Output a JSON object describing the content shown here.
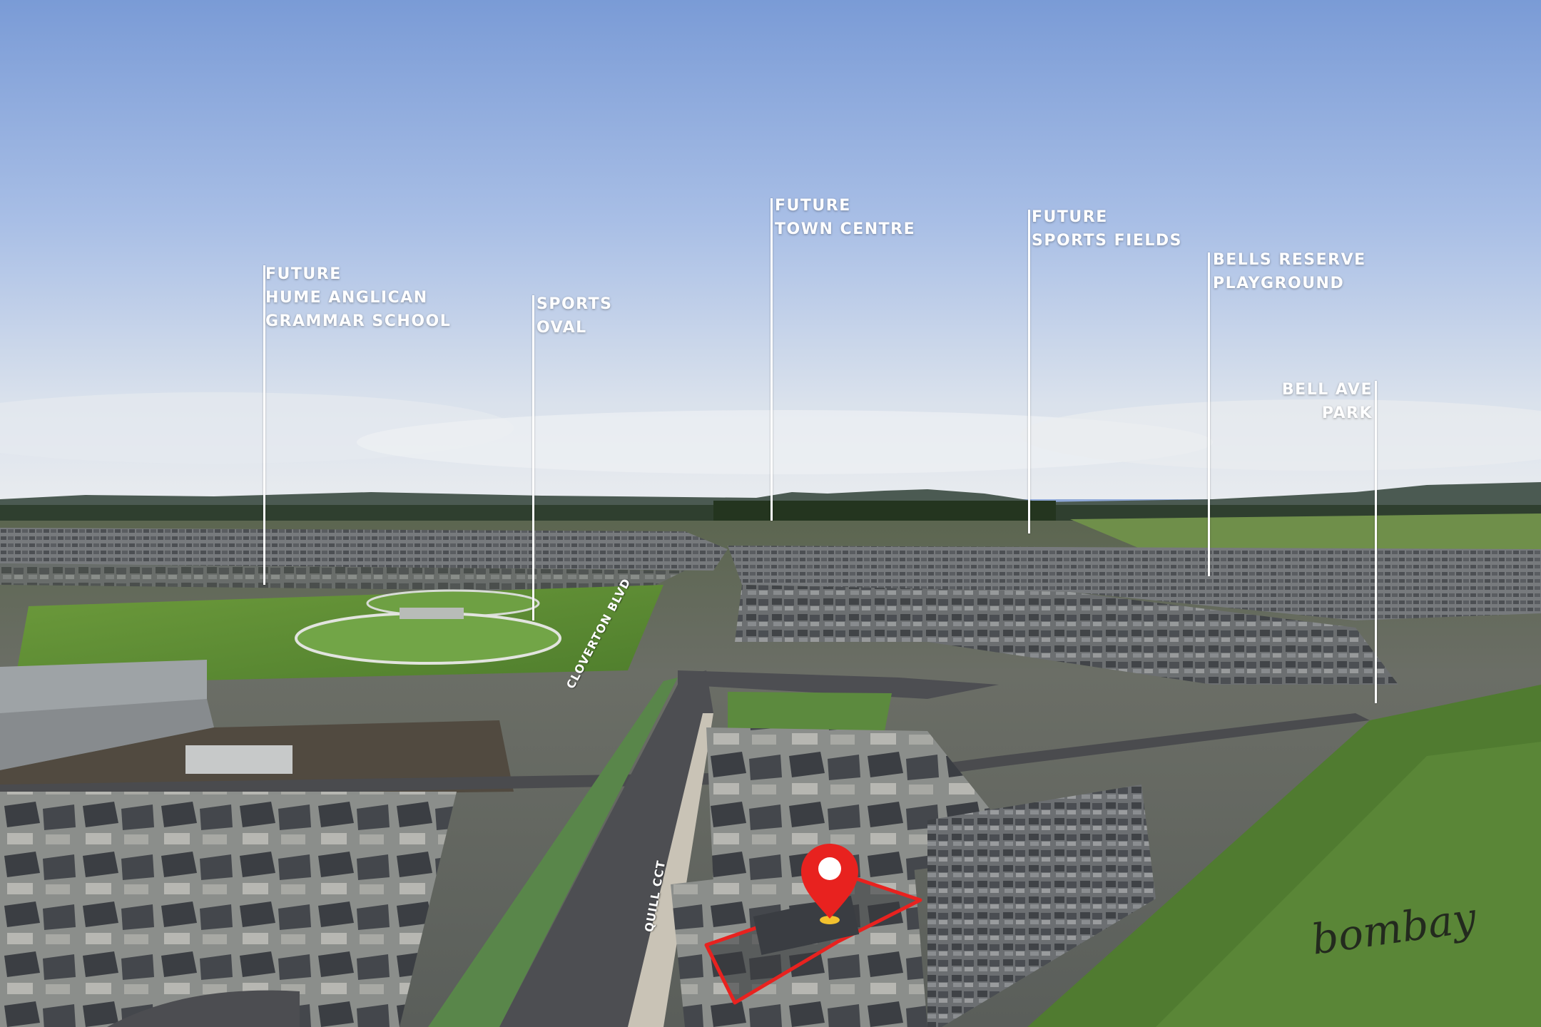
{
  "labels": {
    "hume": {
      "line1": "FUTURE",
      "line2": "HUME ANGLICAN",
      "line3": "GRAMMAR SCHOOL"
    },
    "oval": {
      "line1": "SPORTS",
      "line2": "OVAL"
    },
    "town": {
      "line1": "FUTURE",
      "line2": "TOWN CENTRE"
    },
    "fields": {
      "line1": "FUTURE",
      "line2": "SPORTS FIELDS"
    },
    "bells": {
      "line1": "BELLS RESERVE",
      "line2": "PLAYGROUND"
    },
    "bellave": {
      "line1": "BELL AVE",
      "line2": "PARK"
    }
  },
  "roads": {
    "cloverton": "CLOVERTON BLVD",
    "quill": "QUILL CCT"
  },
  "brand": {
    "signature": "bombay"
  },
  "colors": {
    "sky_top": "#7f9fd6",
    "sky_horizon": "#dfe6ee",
    "grass": "#5f8f3a",
    "highlight": "#e8221f"
  },
  "icons": {
    "marker": "map-pin-icon"
  }
}
